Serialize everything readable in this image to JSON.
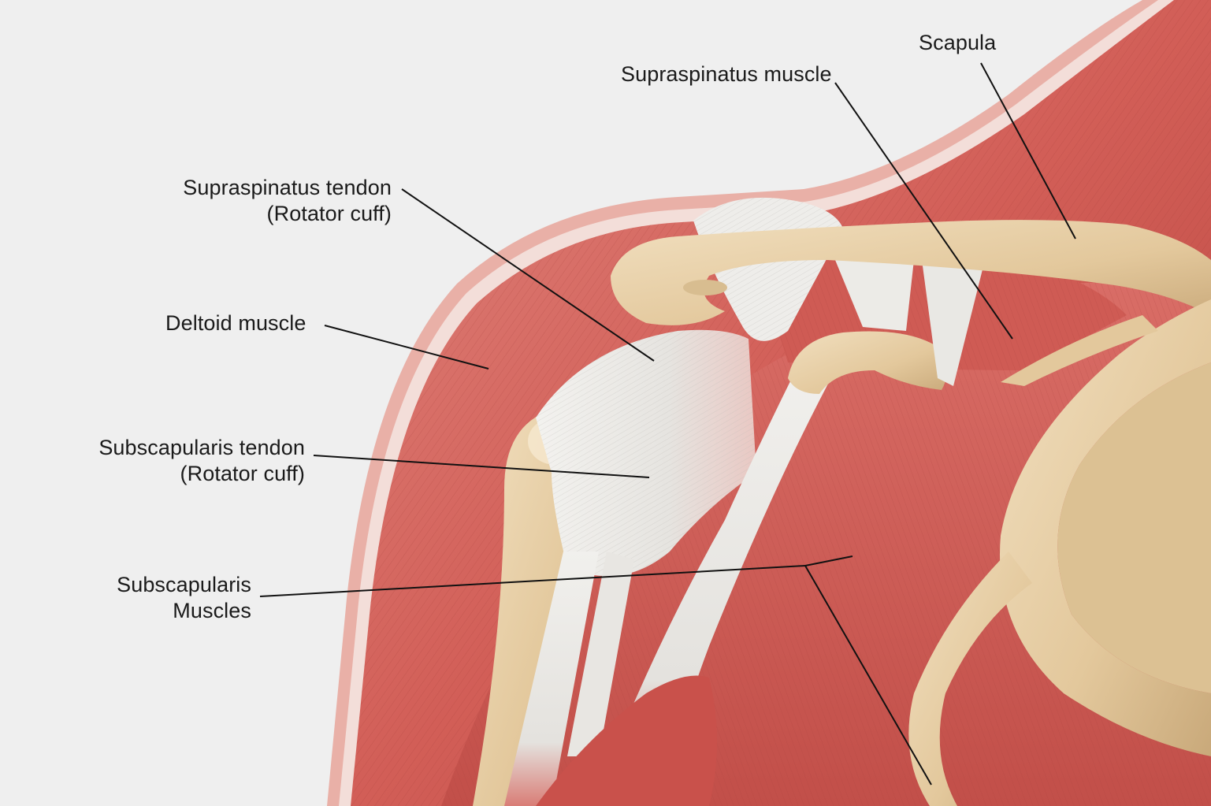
{
  "labels": {
    "scapula": {
      "line1": "Scapula"
    },
    "supraspinatus_muscle": {
      "line1": "Supraspinatus muscle"
    },
    "supraspinatus_tendon": {
      "line1": "Supraspinatus tendon",
      "line2": "(Rotator cuff)"
    },
    "deltoid_muscle": {
      "line1": "Deltoid muscle"
    },
    "subscapularis_tendon": {
      "line1": "Subscapularis tendon",
      "line2": "(Rotator cuff)"
    },
    "subscapularis_muscles": {
      "line1": "Subscapularis",
      "line2": "Muscles"
    }
  },
  "colors": {
    "background": "#efefef",
    "muscle": "#d9675f",
    "muscle_dark": "#b84a45",
    "bone": "#e6cfa6",
    "bone_shadow": "#c9a97a",
    "tendon": "#ecebe8",
    "leader_line": "#111111"
  }
}
